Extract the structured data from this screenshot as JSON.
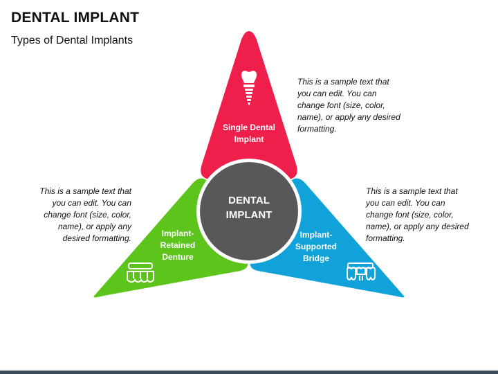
{
  "header": {
    "title": "DENTAL IMPLANT",
    "subtitle": "Types of Dental Implants"
  },
  "center": {
    "label_line1": "DENTAL",
    "label_line2": "IMPLANT",
    "color": "#58585a"
  },
  "segments": [
    {
      "label_lines": [
        "Single Dental",
        "Implant"
      ],
      "color": "#ef1f4b",
      "icon": "dental-implant-icon",
      "description": "This is a sample text that you can edit. You can change font (size, color, name), or apply any desired formatting."
    },
    {
      "label_lines": [
        "Implant-",
        "Retained",
        "Denture"
      ],
      "color": "#5cc41a",
      "icon": "denture-icon",
      "description": "This is a sample text that you can edit. You can change font (size, color, name), or apply any desired formatting."
    },
    {
      "label_lines": [
        "Implant-",
        "Supported",
        "Bridge"
      ],
      "color": "#10a2d9",
      "icon": "dental-bridge-icon",
      "description": "This is a sample text that you can edit. You can change font (size, color, name), or apply any desired formatting."
    }
  ],
  "footer": {
    "bar_color": "#3b4a57"
  }
}
